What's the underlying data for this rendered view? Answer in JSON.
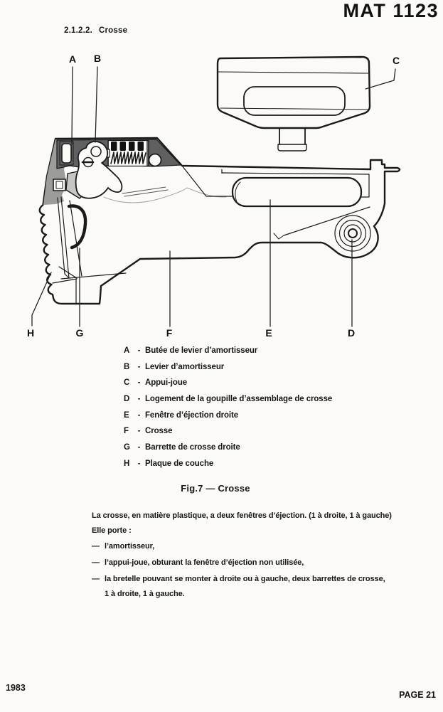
{
  "header": {
    "doc_code": "MAT 1123"
  },
  "section": {
    "number": "2.1.2.2.",
    "title": "Crosse"
  },
  "diagram": {
    "callouts": [
      {
        "letter": "A"
      },
      {
        "letter": "B"
      },
      {
        "letter": "C"
      },
      {
        "letter": "D"
      },
      {
        "letter": "E"
      },
      {
        "letter": "F"
      },
      {
        "letter": "G"
      },
      {
        "letter": "H"
      }
    ]
  },
  "legend": {
    "separator": "-",
    "items": [
      {
        "letter": "A",
        "text": "Butée de levier d’amortisseur"
      },
      {
        "letter": "B",
        "text": "Levier d’amortisseur"
      },
      {
        "letter": "C",
        "text": "Appui-joue"
      },
      {
        "letter": "D",
        "text": "Logement de la goupille d’assemblage de crosse"
      },
      {
        "letter": "E",
        "text": "Fenêtre d’éjection droite"
      },
      {
        "letter": "F",
        "text": "Crosse"
      },
      {
        "letter": "G",
        "text": "Barrette de crosse droite"
      },
      {
        "letter": "H",
        "text": "Plaque de couche"
      }
    ]
  },
  "figure": {
    "caption": "Fig.7 — Crosse"
  },
  "body": {
    "line1": "La crosse, en matière plastique, a deux fenêtres d’éjection.  (1 à droite, 1 à gauche)",
    "line2": "Elle porte  :",
    "bullet_dash": "—",
    "bullets": [
      {
        "text": "l’amortisseur,"
      },
      {
        "text": "l’appui-joue, obturant la fenêtre d’éjection non utilisée,"
      },
      {
        "text": "la bretelle pouvant se monter à droite ou à gauche, deux barrettes de crosse,"
      }
    ],
    "bullet3_cont": "1 à droite, 1 à gauche."
  },
  "footer": {
    "year": "1983",
    "page": "PAGE 21"
  }
}
